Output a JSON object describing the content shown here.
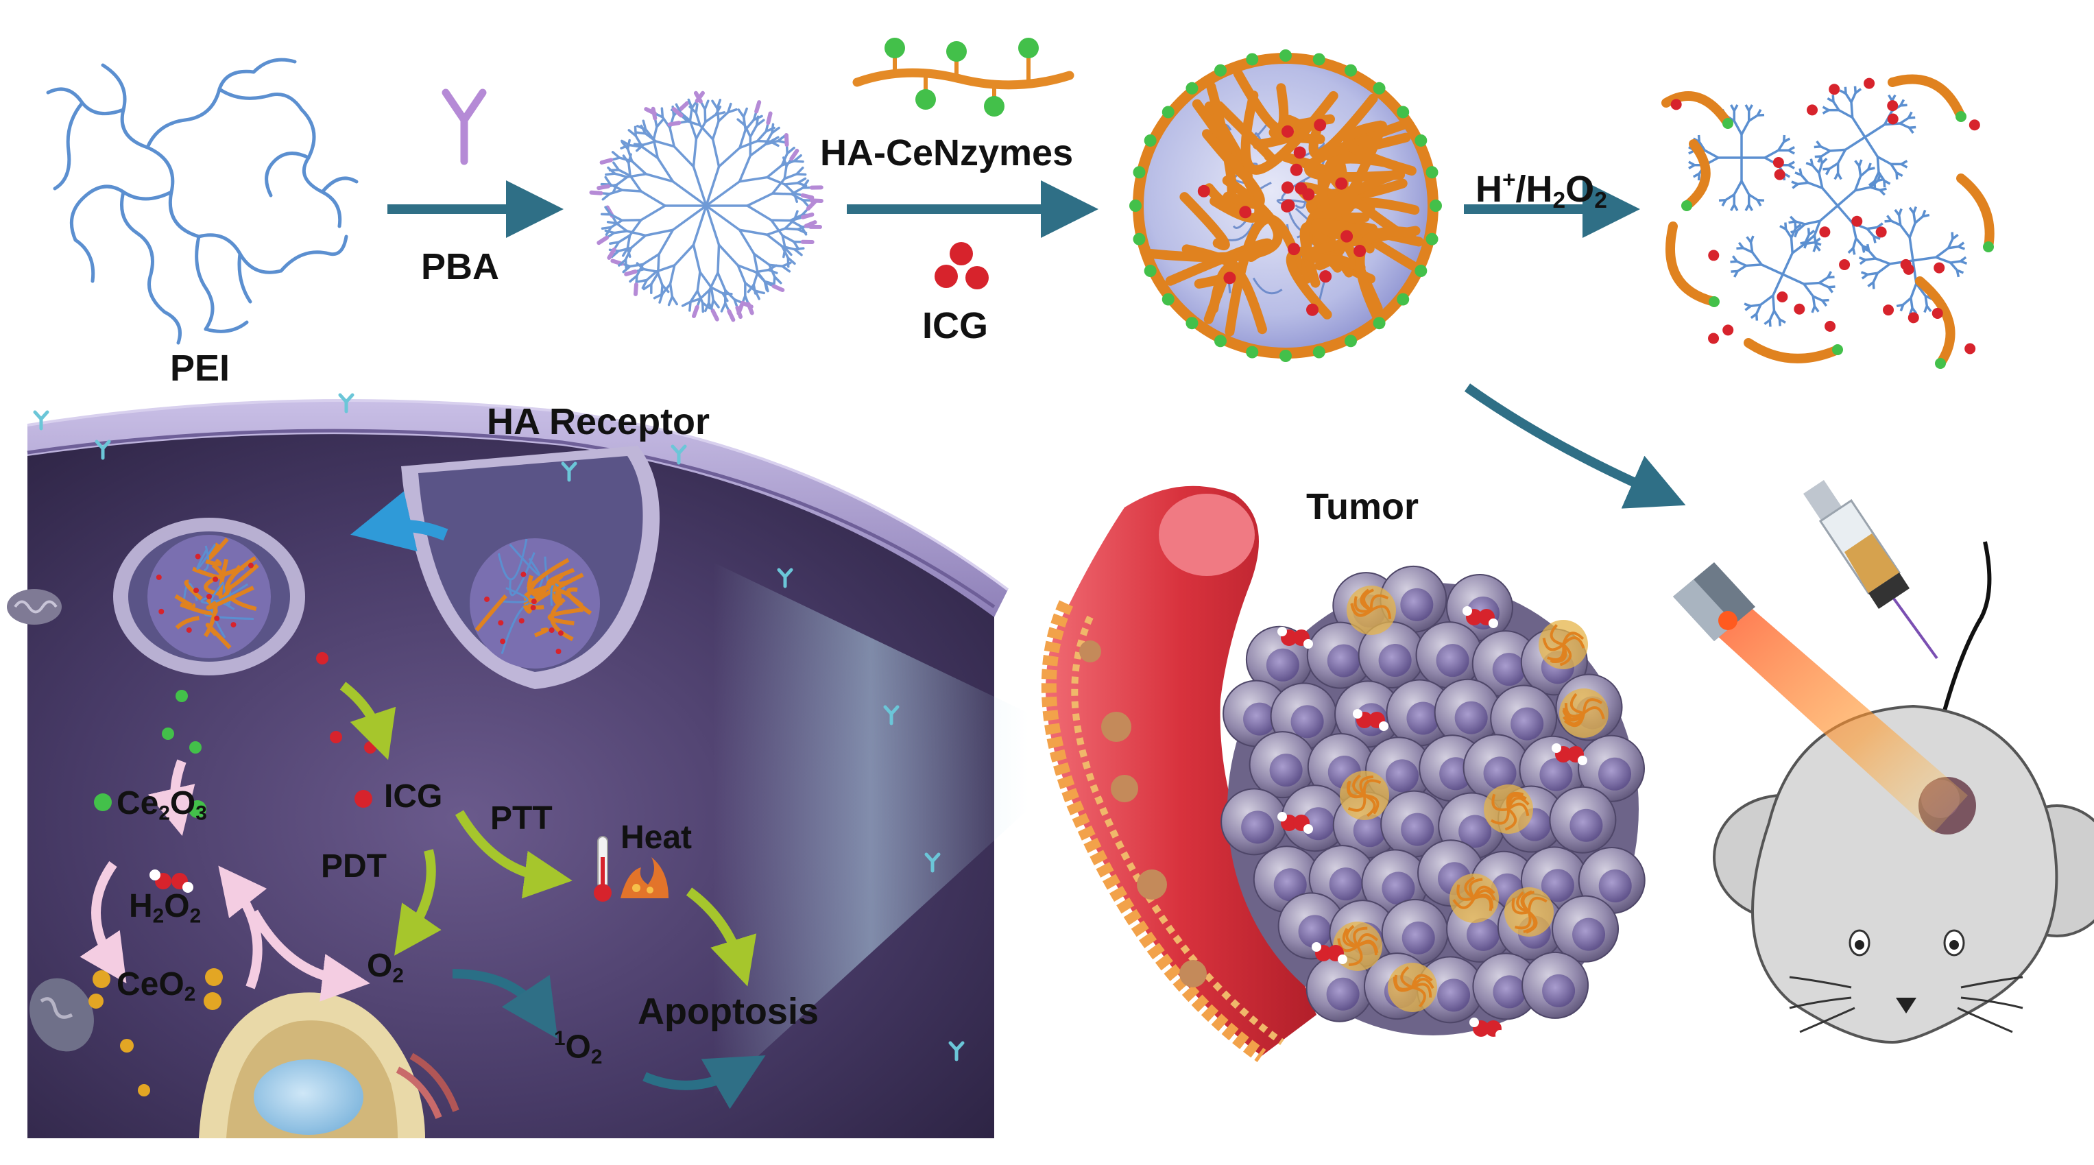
{
  "top_row": {
    "pei_label": "PEI",
    "pba_label": "PBA",
    "ha_cenzymes_label": "HA-CeNzymes",
    "icg_label": "ICG",
    "trigger_label_h": "H",
    "trigger_label_plus": "+",
    "trigger_label_slash_h": "/H",
    "trigger_label_sub2a": "2",
    "trigger_label_o": "O",
    "trigger_label_sub2b": "2"
  },
  "cell_panel": {
    "ha_receptor_label": "HA Receptor",
    "ce2o3": {
      "a": "Ce",
      "s1": "2",
      "b": "O",
      "s2": "3"
    },
    "h2o2": {
      "a": "H",
      "s1": "2",
      "b": "O",
      "s2": "2"
    },
    "ceo2": {
      "a": "CeO",
      "s1": "2"
    },
    "icg_label": "ICG",
    "ptt_label": "PTT",
    "pdt_label": "PDT",
    "heat_label": "Heat",
    "o2": {
      "a": "O",
      "s1": "2"
    },
    "singlet_o2": {
      "sup": "1",
      "a": "O",
      "s1": "2"
    },
    "apoptosis_label": "Apoptosis"
  },
  "tumor_panel": {
    "tumor_label": "Tumor"
  },
  "colors": {
    "arrow_teal": "#2f6f86",
    "pei_blue": "#5b8fd0",
    "pba_purple": "#b58ad6",
    "shell_orange": "#e0821f",
    "bead_green": "#43c04a",
    "icg_red": "#d7232c",
    "cell_purple_dark": "#3a2d4f",
    "membrane_lilac": "#a79bc9",
    "vessel_red": "#e0404a",
    "tumor_grey": "#8e86a6",
    "mouse_grey": "#d9d9d9",
    "arrow_pink": "#f2c8e0",
    "arrow_lime": "#a6c62c"
  }
}
